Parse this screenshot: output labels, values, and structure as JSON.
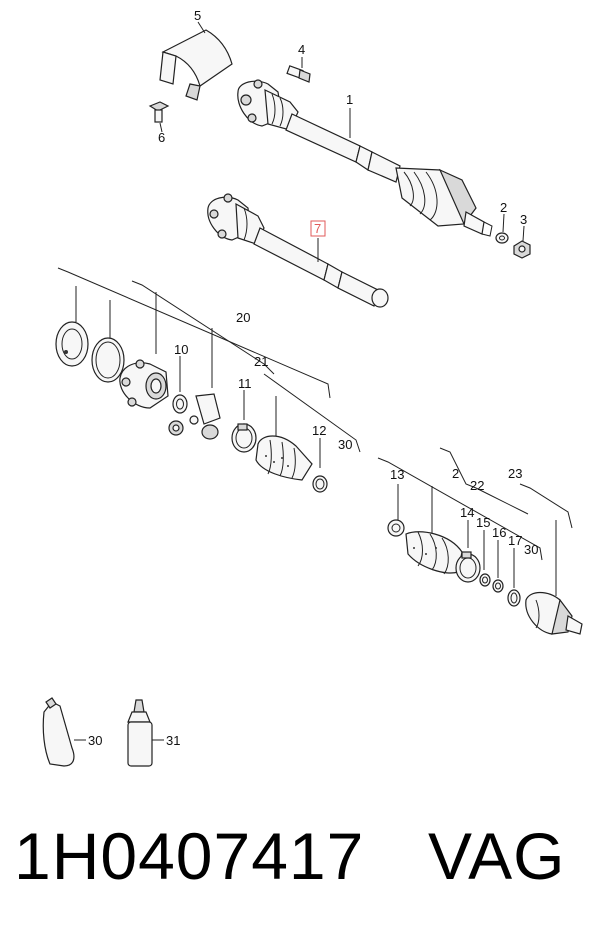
{
  "callouts": {
    "c1": "1",
    "c2a": "2",
    "c3": "3",
    "c4": "4",
    "c5": "5",
    "c6": "6",
    "c7": "7",
    "c10": "10",
    "c11": "11",
    "c12": "12",
    "c13": "13",
    "c14": "14",
    "c15": "15",
    "c16": "16",
    "c17": "17",
    "c20": "20",
    "c21": "21",
    "c2b": "2",
    "c22": "22",
    "c23": "23",
    "c30a": "30",
    "c30b": "30",
    "c30c": "30",
    "c31": "31"
  },
  "footer": {
    "part_number": "1H0407417",
    "brand": "VAG"
  },
  "colors": {
    "highlight": "#e05a5a",
    "line": "#222222"
  }
}
